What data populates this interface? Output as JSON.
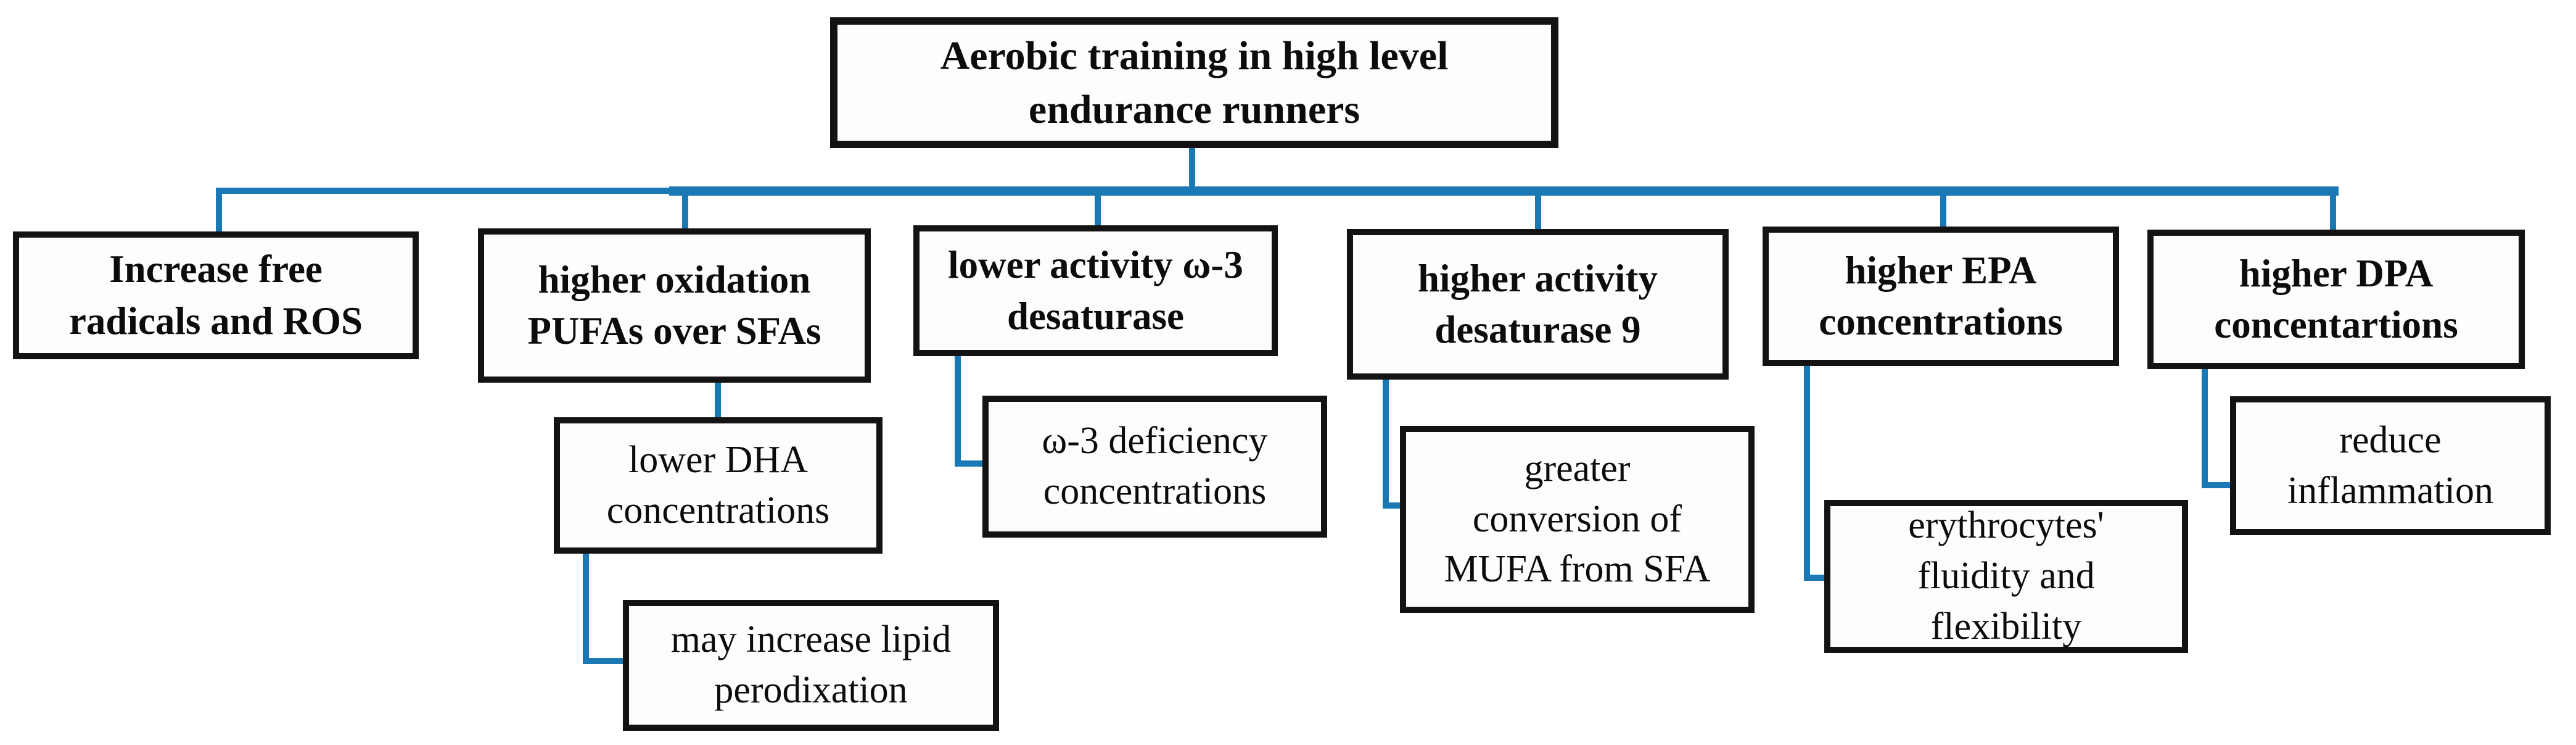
{
  "diagram": {
    "type": "flowchart",
    "accent_color": "#1a78b4",
    "box_border_color": "#131313",
    "background_color": "#ffffff",
    "root": {
      "label": "Aerobic training in high level\nendurance runners"
    },
    "level1": {
      "free_radicals": {
        "label": "Increase free\nradicals and ROS"
      },
      "oxidation": {
        "label": "higher oxidation\nPUFAs over SFAs"
      },
      "lower_desaturase": {
        "label": "lower activity ω-3\ndesaturase"
      },
      "higher_desaturase": {
        "label": "higher activity\ndesaturase 9"
      },
      "epa": {
        "label": "higher EPA\nconcentrations"
      },
      "dpa": {
        "label": "higher DPA\nconcentartions"
      }
    },
    "level2": {
      "dha": {
        "label": "lower DHA\nconcentrations",
        "parent": "oxidation"
      },
      "omega_deficiency": {
        "label": "ω-3 deficiency\nconcentrations",
        "parent": "lower_desaturase"
      },
      "mufa": {
        "label": "greater\nconversion of\nMUFA from SFA",
        "parent": "higher_desaturase"
      },
      "erythrocytes": {
        "label": "erythrocytes'\nfluidity and\nflexibility",
        "parent": "epa"
      },
      "inflammation": {
        "label": "reduce\ninflammation",
        "parent": "dpa"
      }
    },
    "level3": {
      "lipid": {
        "label": "may increase lipid\nperodixation",
        "parent": "dha"
      }
    }
  }
}
